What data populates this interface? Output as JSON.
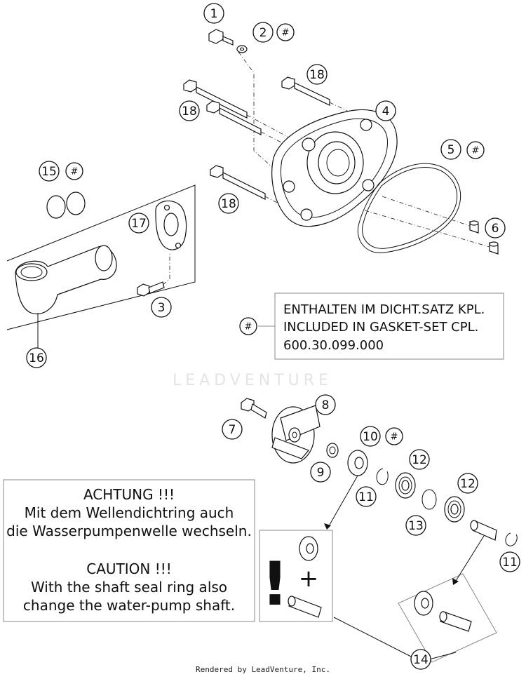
{
  "callouts": {
    "c1": "1",
    "c2": "2",
    "c3": "3",
    "c4": "4",
    "c5": "5",
    "c6": "6",
    "c7": "7",
    "c8": "8",
    "c9": "9",
    "c10": "10",
    "c11": "11",
    "c12": "12",
    "c13": "13",
    "c14": "14",
    "c15": "15",
    "c16": "16",
    "c17": "17",
    "c18": "18"
  },
  "hash_symbol": "#",
  "gasket_note": {
    "line1": "ENTHALTEN IM DICHT.SATZ KPL.",
    "line2": "INCLUDED IN GASKET-SET CPL.",
    "line3": "600.30.099.000"
  },
  "warning_note": {
    "de_title": "ACHTUNG !!!",
    "de_line1": "Mit dem Wellendichtring auch",
    "de_line2": "die Wasserpumpenwelle wechseln.",
    "en_title": "CAUTION !!!",
    "en_line1": "With the shaft seal ring also",
    "en_line2": "change the water-pump shaft."
  },
  "exclamation": "!",
  "plus": "+",
  "watermark": "LEADVENTURE",
  "footer": "Rendered by LeadVenture, Inc."
}
